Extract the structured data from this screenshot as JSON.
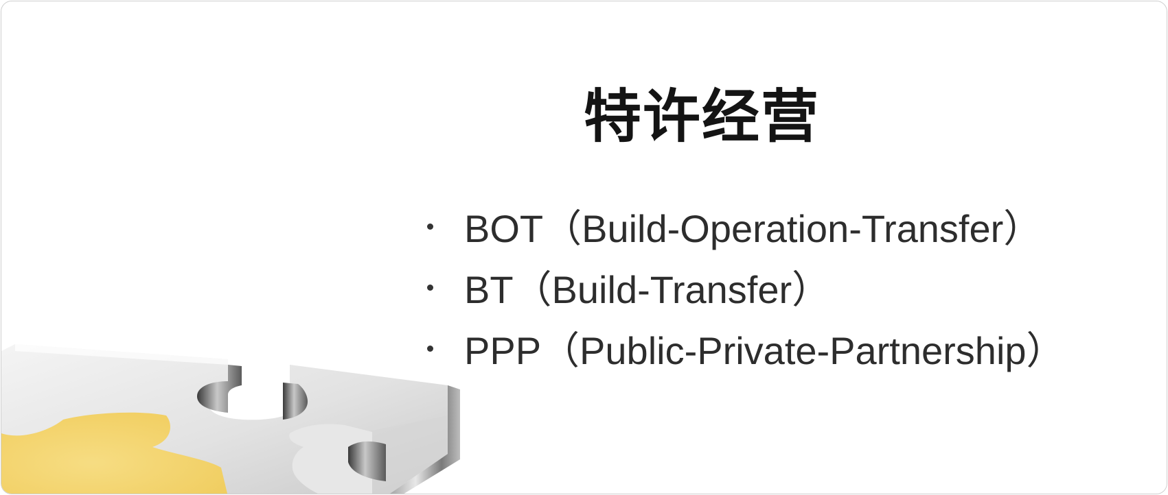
{
  "slide": {
    "title": "特许经营",
    "bullets": [
      "BOT（Build-Operation-Transfer）",
      "BT（Build-Transfer）",
      "PPP（Public-Private-Partnership）"
    ]
  },
  "decoration": {
    "image": "puzzle-piece-icon",
    "colors": {
      "metal": "#d9d9d9",
      "shadow": "#7a7a7a",
      "yellow": "#f5d36a"
    }
  }
}
